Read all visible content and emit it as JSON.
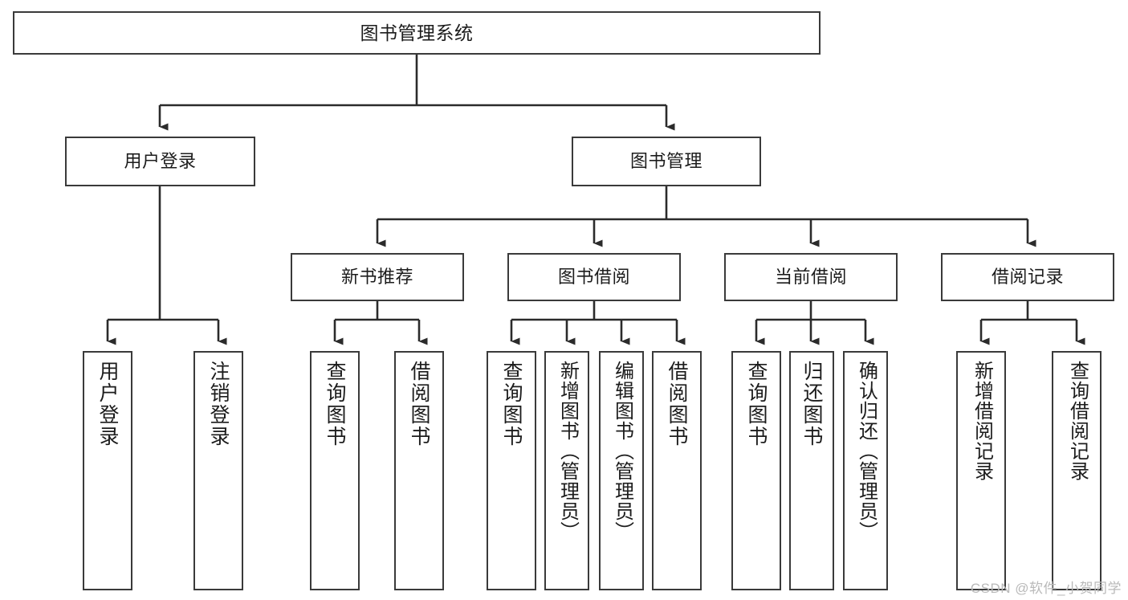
{
  "diagram": {
    "title": "图书管理系统",
    "type": "tree",
    "colors": {
      "box_border": "#3a3a3a",
      "box_fill": "#ffffff",
      "connector": "#2b2b2b",
      "text": "#1c1c1c",
      "watermark": "#b9b9b9"
    },
    "watermark": "CSDN @软件_小贺同学",
    "root": {
      "label": "图书管理系统",
      "orientation": "horizontal"
    },
    "level2": [
      {
        "label": "用户登录",
        "orientation": "horizontal"
      },
      {
        "label": "图书管理",
        "orientation": "horizontal"
      }
    ],
    "level3": [
      {
        "label": "新书推荐",
        "orientation": "horizontal"
      },
      {
        "label": "图书借阅",
        "orientation": "horizontal"
      },
      {
        "label": "当前借阅",
        "orientation": "horizontal"
      },
      {
        "label": "借阅记录",
        "orientation": "horizontal"
      }
    ],
    "leaves": {
      "user_login": [
        {
          "label": "用户登录",
          "orientation": "vertical"
        },
        {
          "label": "注销登录",
          "orientation": "vertical"
        }
      ],
      "new_book_recommend": [
        {
          "label": "查询图书",
          "orientation": "vertical"
        },
        {
          "label": "借阅图书",
          "orientation": "vertical"
        }
      ],
      "book_borrow": [
        {
          "label": "查询图书",
          "orientation": "vertical"
        },
        {
          "label": "新增图书（管理员）",
          "orientation": "vertical"
        },
        {
          "label": "编辑图书（管理员）",
          "orientation": "vertical"
        },
        {
          "label": "借阅图书",
          "orientation": "vertical"
        }
      ],
      "current_borrow": [
        {
          "label": "查询图书",
          "orientation": "vertical"
        },
        {
          "label": "归还图书",
          "orientation": "vertical"
        },
        {
          "label": "确认归还（管理员）",
          "orientation": "vertical"
        }
      ],
      "borrow_record": [
        {
          "label": "新增借阅记录",
          "orientation": "vertical"
        },
        {
          "label": "查询借阅记录",
          "orientation": "vertical"
        }
      ]
    }
  }
}
